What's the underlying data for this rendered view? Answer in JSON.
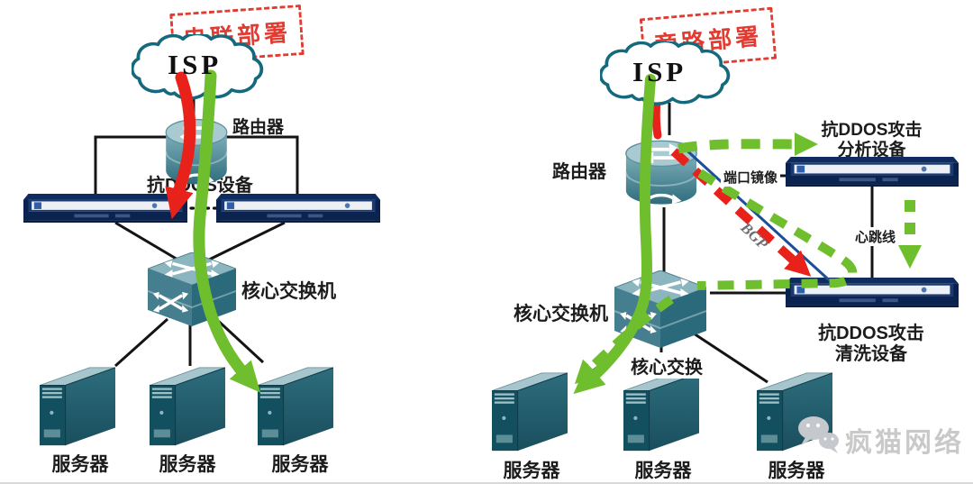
{
  "left_diagram": {
    "title": "串联部署",
    "isp_label": "ISP",
    "router_label": "路由器",
    "antiddos_label": "抗DDOS设备",
    "core_switch_label": "核心交换机",
    "server_labels": [
      "服务器",
      "服务器",
      "服务器"
    ]
  },
  "right_diagram": {
    "title": "旁路部署",
    "isp_label": "ISP",
    "router_label": "路由器",
    "port_mirror_label": "端口镜像",
    "bgp_label": "BGP",
    "analysis_device_label_line1": "抗DDOS攻击",
    "analysis_device_label_line2": "分析设备",
    "heartbeat_label": "心跳线",
    "cleaning_device_label_line1": "抗DDOS攻击",
    "cleaning_device_label_line2": "清洗设备",
    "core_switch_label": "核心交换机",
    "core_switch_label_2": "核心交换",
    "server_labels": [
      "服务器",
      "服务器",
      "服务器"
    ]
  },
  "watermark": {
    "brand": "疯猫网络"
  },
  "colors": {
    "attack-red": "#e8221a",
    "clean-green": "#6fbe2d",
    "title-red": "#e23b31",
    "bgp-blue": "#1d4e9b",
    "cloud-outline": "#15697c",
    "line-black": "#141414",
    "watermark-gray": "#c9c9c9"
  }
}
